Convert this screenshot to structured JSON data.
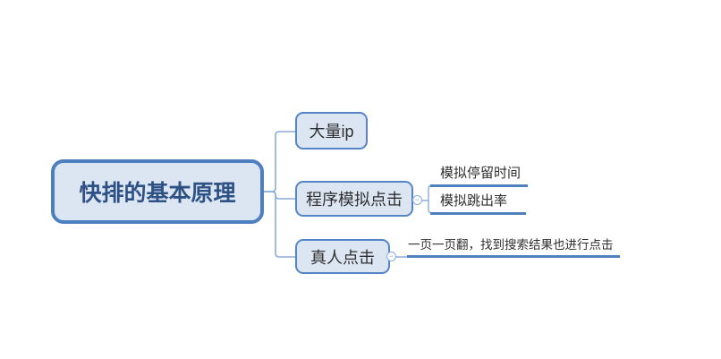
{
  "diagram_type": "mindmap",
  "colors": {
    "background": "#ffffff",
    "node_fill": "#dce6f3",
    "root_border": "#4d7ec0",
    "branch_border": "#5585c7",
    "root_text": "#2e5185",
    "branch_text": "#2f2f2f",
    "connector": "#8aacdb",
    "underline": "#4e80be"
  },
  "ui": {
    "collapse_glyph": "−"
  },
  "root": {
    "label": "快排的基本原理"
  },
  "branches": [
    {
      "label": "大量ip",
      "children": []
    },
    {
      "label": "程序模拟点击",
      "collapsed": false,
      "children": [
        {
          "label": "模拟停留时间"
        },
        {
          "label": "模拟跳出率"
        }
      ]
    },
    {
      "label": "真人点击",
      "collapsed": false,
      "children": [
        {
          "label": "一页一页翻，找到搜索结果也进行点击"
        }
      ]
    }
  ]
}
